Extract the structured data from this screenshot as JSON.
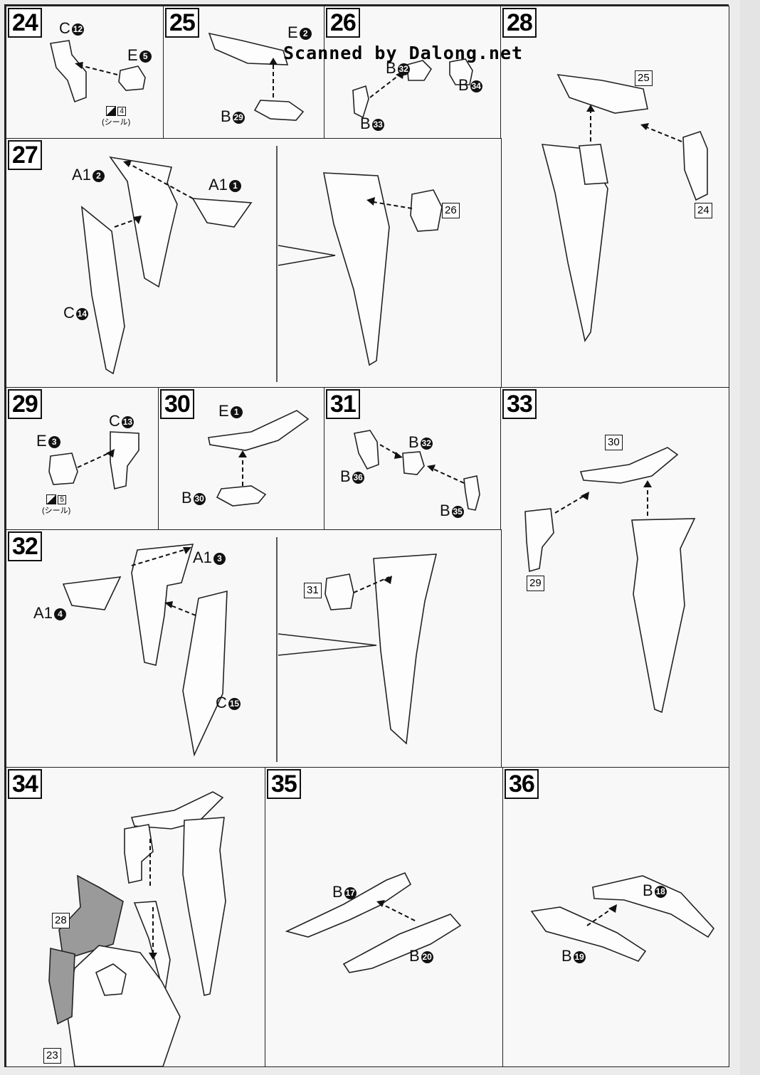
{
  "watermark": "Scanned by Dalong.net",
  "sticker_note": "(シール)",
  "steps": [
    {
      "number": "24",
      "labels": [
        "C",
        "E"
      ],
      "parts": [
        "12",
        "5"
      ],
      "sticker": "4"
    },
    {
      "number": "25",
      "labels": [
        "E",
        "B"
      ],
      "parts": [
        "2",
        "29"
      ]
    },
    {
      "number": "26",
      "labels": [
        "B",
        "B",
        "B"
      ],
      "parts": [
        "32",
        "34",
        "33"
      ]
    },
    {
      "number": "27",
      "labels": [
        "A1",
        "A1",
        "C"
      ],
      "parts": [
        "2",
        "1",
        "14"
      ],
      "refs": [
        "26"
      ]
    },
    {
      "number": "28",
      "refs": [
        "25",
        "24"
      ]
    },
    {
      "number": "29",
      "labels": [
        "E",
        "C"
      ],
      "parts": [
        "3",
        "13"
      ],
      "sticker": "5"
    },
    {
      "number": "30",
      "labels": [
        "E",
        "B"
      ],
      "parts": [
        "1",
        "30"
      ]
    },
    {
      "number": "31",
      "labels": [
        "B",
        "B",
        "B"
      ],
      "parts": [
        "32",
        "36",
        "35"
      ]
    },
    {
      "number": "32",
      "labels": [
        "A1",
        "A1",
        "C"
      ],
      "parts": [
        "3",
        "4",
        "15"
      ],
      "refs": [
        "31"
      ]
    },
    {
      "number": "33",
      "refs": [
        "30",
        "29"
      ]
    },
    {
      "number": "34",
      "refs": [
        "28",
        "23"
      ]
    },
    {
      "number": "35",
      "labels": [
        "B",
        "B"
      ],
      "parts": [
        "17",
        "20"
      ]
    },
    {
      "number": "36",
      "labels": [
        "B",
        "B"
      ],
      "parts": [
        "18",
        "19"
      ]
    }
  ]
}
